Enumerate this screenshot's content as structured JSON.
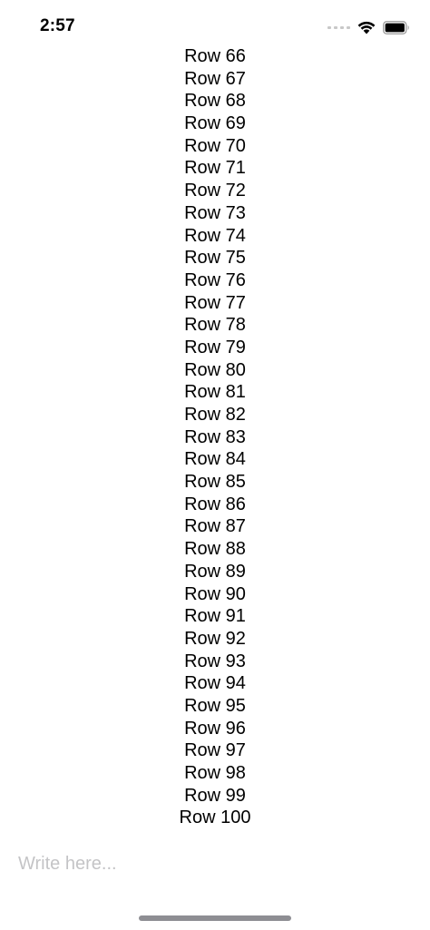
{
  "status_bar": {
    "time": "2:57",
    "icons": [
      "signal-dots-icon",
      "wifi-icon",
      "battery-icon"
    ]
  },
  "list": {
    "rows": [
      "Row 66",
      "Row 67",
      "Row 68",
      "Row 69",
      "Row 70",
      "Row 71",
      "Row 72",
      "Row 73",
      "Row 74",
      "Row 75",
      "Row 76",
      "Row 77",
      "Row 78",
      "Row 79",
      "Row 80",
      "Row 81",
      "Row 82",
      "Row 83",
      "Row 84",
      "Row 85",
      "Row 86",
      "Row 87",
      "Row 88",
      "Row 89",
      "Row 90",
      "Row 91",
      "Row 92",
      "Row 93",
      "Row 94",
      "Row 95",
      "Row 96",
      "Row 97",
      "Row 98",
      "Row 99",
      "Row 100"
    ]
  },
  "input": {
    "placeholder": "Write here...",
    "value": ""
  },
  "colors": {
    "text": "#000000",
    "placeholder": "#c4c4c6",
    "home_indicator": "#8e8e93"
  }
}
